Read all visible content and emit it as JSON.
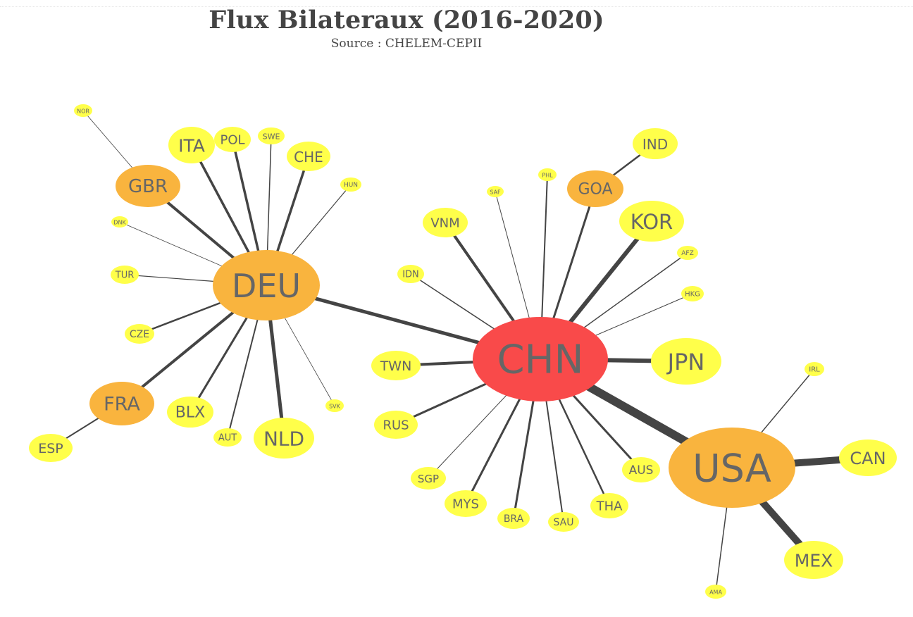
{
  "header": {
    "title": "Flux Bilateraux (2016-2020)",
    "subtitle": "Source : CHELEM-CEPII"
  },
  "colors": {
    "hub_main": "#f94a4a",
    "hub": "#f9b43e",
    "leaf": "#ffff4a",
    "edge": "#444444",
    "label": "#666666"
  },
  "network": {
    "nodes": [
      {
        "id": "CHN",
        "label": "CHN",
        "group": "hub_main"
      },
      {
        "id": "DEU",
        "label": "DEU",
        "group": "hub"
      },
      {
        "id": "USA",
        "label": "USA",
        "group": "hub"
      },
      {
        "id": "GBR",
        "label": "GBR",
        "group": "hub"
      },
      {
        "id": "FRA",
        "label": "FRA",
        "group": "hub"
      },
      {
        "id": "GOA",
        "label": "GOA",
        "group": "hub"
      },
      {
        "id": "NOR",
        "label": "NOR",
        "group": "leaf"
      },
      {
        "id": "ITA",
        "label": "ITA",
        "group": "leaf"
      },
      {
        "id": "POL",
        "label": "POL",
        "group": "leaf"
      },
      {
        "id": "SWE",
        "label": "SWE",
        "group": "leaf"
      },
      {
        "id": "CHE",
        "label": "CHE",
        "group": "leaf"
      },
      {
        "id": "HUN",
        "label": "HUN",
        "group": "leaf"
      },
      {
        "id": "DNK",
        "label": "DNK",
        "group": "leaf"
      },
      {
        "id": "TUR",
        "label": "TUR",
        "group": "leaf"
      },
      {
        "id": "CZE",
        "label": "CZE",
        "group": "leaf"
      },
      {
        "id": "ESP",
        "label": "ESP",
        "group": "leaf"
      },
      {
        "id": "BLX",
        "label": "BLX",
        "group": "leaf"
      },
      {
        "id": "AUT",
        "label": "AUT",
        "group": "leaf"
      },
      {
        "id": "NLD",
        "label": "NLD",
        "group": "leaf"
      },
      {
        "id": "SVK",
        "label": "SVK",
        "group": "leaf"
      },
      {
        "id": "IND",
        "label": "IND",
        "group": "leaf"
      },
      {
        "id": "PHL",
        "label": "PHL",
        "group": "leaf"
      },
      {
        "id": "SAF",
        "label": "SAF",
        "group": "leaf"
      },
      {
        "id": "VNM",
        "label": "VNM",
        "group": "leaf"
      },
      {
        "id": "KOR",
        "label": "KOR",
        "group": "leaf"
      },
      {
        "id": "AFZ",
        "label": "AFZ",
        "group": "leaf"
      },
      {
        "id": "HKG",
        "label": "HKG",
        "group": "leaf"
      },
      {
        "id": "IDN",
        "label": "IDN",
        "group": "leaf"
      },
      {
        "id": "JPN",
        "label": "JPN",
        "group": "leaf"
      },
      {
        "id": "TWN",
        "label": "TWN",
        "group": "leaf"
      },
      {
        "id": "RUS",
        "label": "RUS",
        "group": "leaf"
      },
      {
        "id": "SGP",
        "label": "SGP",
        "group": "leaf"
      },
      {
        "id": "MYS",
        "label": "MYS",
        "group": "leaf"
      },
      {
        "id": "BRA",
        "label": "BRA",
        "group": "leaf"
      },
      {
        "id": "SAU",
        "label": "SAU",
        "group": "leaf"
      },
      {
        "id": "THA",
        "label": "THA",
        "group": "leaf"
      },
      {
        "id": "AUS",
        "label": "AUS",
        "group": "leaf"
      },
      {
        "id": "IRL",
        "label": "IRL",
        "group": "leaf"
      },
      {
        "id": "CAN",
        "label": "CAN",
        "group": "leaf"
      },
      {
        "id": "MEX",
        "label": "MEX",
        "group": "leaf"
      },
      {
        "id": "AMA",
        "label": "AMA",
        "group": "leaf"
      }
    ],
    "edges": [
      {
        "from": "GBR",
        "to": "NOR"
      },
      {
        "from": "GBR",
        "to": "DEU"
      },
      {
        "from": "DEU",
        "to": "ITA"
      },
      {
        "from": "DEU",
        "to": "POL"
      },
      {
        "from": "DEU",
        "to": "SWE"
      },
      {
        "from": "DEU",
        "to": "CHE"
      },
      {
        "from": "DEU",
        "to": "HUN"
      },
      {
        "from": "DEU",
        "to": "DNK"
      },
      {
        "from": "DEU",
        "to": "TUR"
      },
      {
        "from": "DEU",
        "to": "CZE"
      },
      {
        "from": "DEU",
        "to": "FRA"
      },
      {
        "from": "FRA",
        "to": "ESP"
      },
      {
        "from": "DEU",
        "to": "BLX"
      },
      {
        "from": "DEU",
        "to": "AUT"
      },
      {
        "from": "DEU",
        "to": "NLD"
      },
      {
        "from": "DEU",
        "to": "SVK"
      },
      {
        "from": "DEU",
        "to": "CHN"
      },
      {
        "from": "GOA",
        "to": "IND"
      },
      {
        "from": "CHN",
        "to": "GOA"
      },
      {
        "from": "CHN",
        "to": "PHL"
      },
      {
        "from": "CHN",
        "to": "SAF"
      },
      {
        "from": "CHN",
        "to": "VNM"
      },
      {
        "from": "CHN",
        "to": "KOR"
      },
      {
        "from": "CHN",
        "to": "AFZ"
      },
      {
        "from": "CHN",
        "to": "HKG"
      },
      {
        "from": "CHN",
        "to": "IDN"
      },
      {
        "from": "CHN",
        "to": "JPN"
      },
      {
        "from": "CHN",
        "to": "TWN"
      },
      {
        "from": "CHN",
        "to": "RUS"
      },
      {
        "from": "CHN",
        "to": "SGP"
      },
      {
        "from": "CHN",
        "to": "MYS"
      },
      {
        "from": "CHN",
        "to": "BRA"
      },
      {
        "from": "CHN",
        "to": "SAU"
      },
      {
        "from": "CHN",
        "to": "THA"
      },
      {
        "from": "CHN",
        "to": "AUS"
      },
      {
        "from": "CHN",
        "to": "USA"
      },
      {
        "from": "USA",
        "to": "IRL"
      },
      {
        "from": "USA",
        "to": "CAN"
      },
      {
        "from": "USA",
        "to": "MEX"
      },
      {
        "from": "USA",
        "to": "AMA"
      }
    ]
  }
}
